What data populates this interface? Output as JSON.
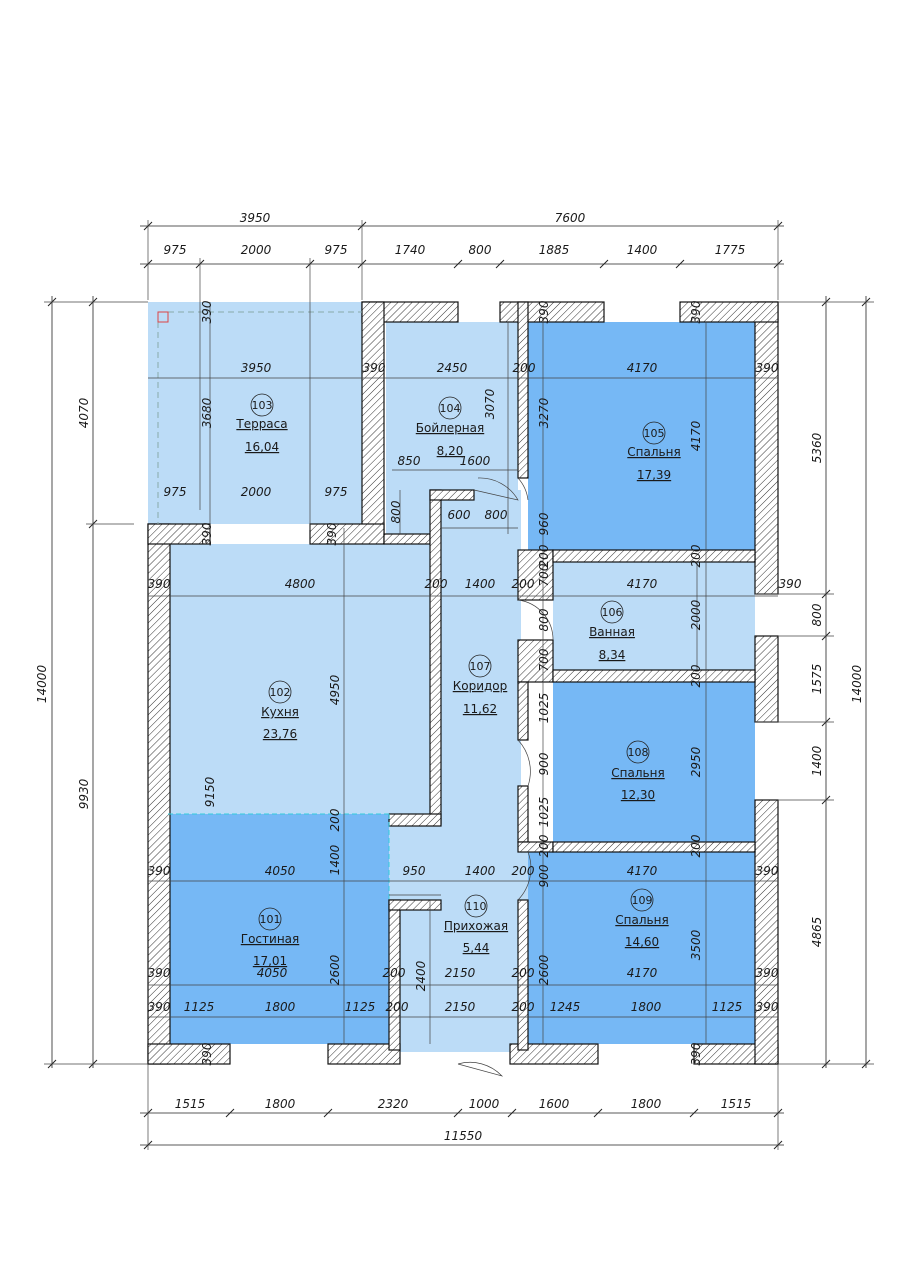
{
  "rooms": [
    {
      "id": "101",
      "name": "Гостиная",
      "area": "17,01",
      "fill": "#76b8f5"
    },
    {
      "id": "102",
      "name": "Кухня",
      "area": "23,76",
      "fill": "#bcdcf7"
    },
    {
      "id": "103",
      "name": "Терраса",
      "area": "16,04",
      "fill": "#bcdcf7"
    },
    {
      "id": "104",
      "name": "Бойлерная",
      "area": "8,20",
      "fill": "#bcdcf7"
    },
    {
      "id": "105",
      "name": "Спальня",
      "area": "17,39",
      "fill": "#76b8f5"
    },
    {
      "id": "106",
      "name": "Ванная",
      "area": "8,34",
      "fill": "#bcdcf7"
    },
    {
      "id": "107",
      "name": "Коридор",
      "area": "11,62",
      "fill": "#bcdcf7"
    },
    {
      "id": "108",
      "name": "Спальня",
      "area": "12,30",
      "fill": "#76b8f5"
    },
    {
      "id": "109",
      "name": "Спальня",
      "area": "14,60",
      "fill": "#76b8f5"
    },
    {
      "id": "110",
      "name": "Прихожая",
      "area": "5,44",
      "fill": "#bcdcf7"
    }
  ],
  "dims": {
    "top_total": [
      "3950",
      "7600"
    ],
    "top_segments": [
      "975",
      "2000",
      "975",
      "1740",
      "800",
      "1885",
      "1400",
      "1775"
    ],
    "bottom_segments": [
      "1515",
      "1800",
      "2320",
      "1000",
      "1600",
      "1800",
      "1515"
    ],
    "bottom_total": "11550",
    "left_total": "14000",
    "left_segments": [
      "4070",
      "9930"
    ],
    "right_segments": [
      "5360",
      "800",
      "1575",
      "1400",
      "4865"
    ],
    "right_total": "14000",
    "interior": {
      "terrace_width": "3950",
      "terrace_height": "3680",
      "terrace_wall": "390",
      "terrace_bottom": [
        "975",
        "2000",
        "975"
      ],
      "boiler_width": "2450",
      "boiler_height": "3070",
      "boiler_wall": "390",
      "boiler_partition": "200",
      "boiler_inner": [
        "850",
        "1600"
      ],
      "boiler_step": "800",
      "corridor_top": [
        "600",
        "800"
      ],
      "bed105_width": "4170",
      "bed105_height": "4170",
      "bed105_wall": "390",
      "bed105_side": "3270",
      "bed105_door": "960",
      "kitchen_width": "4800",
      "kitchen_height": "4950",
      "kitchen_left_height": "9150",
      "corridor_width": "1400",
      "bath_width": "4170",
      "bath_height": "2000",
      "bath_door": "800",
      "bath_pier": "700",
      "bed108_height": "2950",
      "bed108_piers": [
        "1025",
        "900",
        "1025"
      ],
      "living_width": "4050",
      "living_top": "1400",
      "living_height": "2600",
      "hall_row": [
        "950",
        "1400",
        "200"
      ],
      "hall_width": "2150",
      "hall_height": "2400",
      "bed109_width": "4170",
      "bed109_height": "3500",
      "bed109_side": "2600",
      "bed109_door": "900",
      "bottom_row": [
        "1125",
        "1800",
        "1125",
        "200",
        "2150",
        "200",
        "1245",
        "1800",
        "1125",
        "390"
      ],
      "wall_200": "200",
      "wall_390": "390"
    }
  }
}
